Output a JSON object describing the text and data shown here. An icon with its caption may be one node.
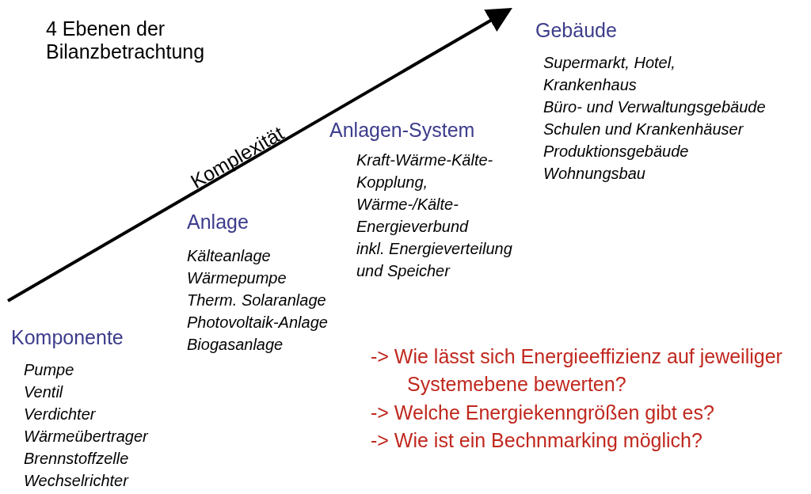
{
  "diagram": {
    "title": "4 Ebenen der Bilanzbetrachtung",
    "labels": [
      "Komplexität",
      "Gebäude",
      "Supermarkt, Hotel,",
      "Krankenhaus",
      "Büro- und Verwaltungsgebäude",
      "Schulen und Krankenhäuser",
      "Produktionsgebäude",
      "Wohnungsbau",
      "Anlagen-System",
      "Kraft-Wärme-Kälte-",
      "Kopplung,",
      "Wärme-/Kälte-",
      "Energieverbund",
      "inkl. Energieverteilung",
      "und Speicher",
      "Anlage",
      "Kälteanlage",
      "Wärmepumpe",
      "Therm. Solaranlage",
      "Photovoltaik-Anlage",
      "Biogasanlage",
      "Komponente",
      "Pumpe",
      "Ventil",
      "Verdichter",
      "Wärmeübertrager",
      "Brennstoffzelle",
      "Wechselrichter",
      "-> Wie lässt sich Energieeffizienz auf jeweiliger Systemebene bewerten?",
      "-> Welche Energiekenngrößen gibt es?",
      "-> Wie ist ein Bechnmarking möglich?"
    ]
  }
}
